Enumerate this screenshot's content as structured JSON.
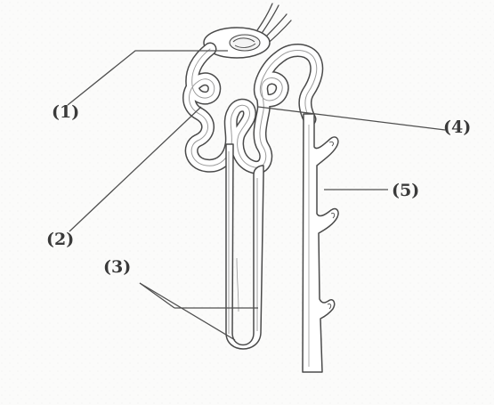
{
  "callouts": [
    {
      "id": 1,
      "label": "(1)"
    },
    {
      "id": 2,
      "label": "(2)"
    },
    {
      "id": 3,
      "label": "(3)"
    },
    {
      "id": 4,
      "label": "(4)"
    },
    {
      "id": 5,
      "label": "(5)"
    }
  ],
  "colors": {
    "background": "#fbfbfa",
    "outline": "#4a4a4a",
    "fill": "#ffffff",
    "leader_line": "#4f4f4f",
    "label_text": "#3a3a3a"
  }
}
